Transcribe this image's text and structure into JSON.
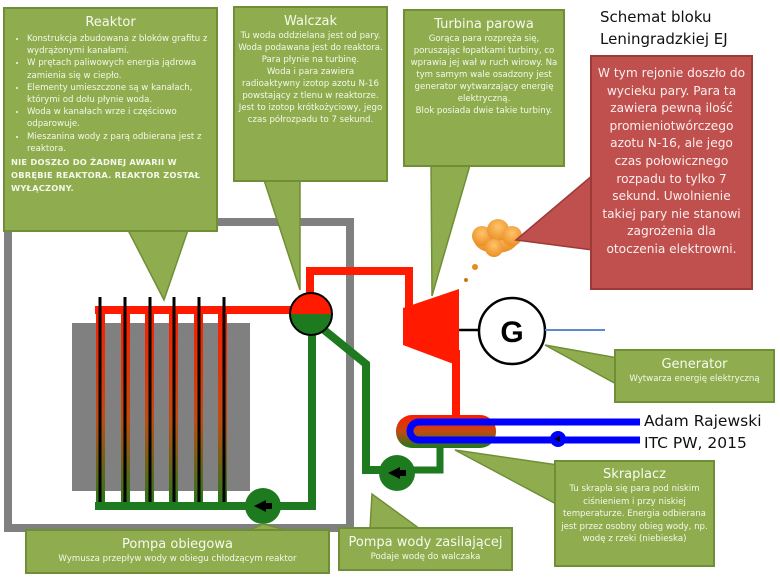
{
  "title": {
    "line1": "Schemat bloku",
    "line2": "Leningradzkiej EJ"
  },
  "author": {
    "name": "Adam Rajewski",
    "org_year": "ITC PW, 2015"
  },
  "generator_symbol": "G",
  "colors": {
    "callout_green": "#8fad4f",
    "warning_red": "#c0504d",
    "steam_red": "#ff1a00",
    "water_green": "#1e7a1e",
    "cooling_blue": "#0000ff",
    "reactor_gray": "#808080",
    "leak_orange": "#f7a13a"
  },
  "callouts": {
    "reaktor": {
      "title": "Reaktor",
      "bullets": [
        "Konstrukcja zbudowana z bloków grafitu z wydrążonymi kanałami.",
        "W prętach paliwowych energia jądrowa zamienia się w ciepło.",
        "Elementy umieszczone są w kanałach, którymi od dołu płynie woda.",
        "Woda w kanałach wrze i częściowo odparowuje.",
        "Mieszanina wody z parą odbierana jest z reaktora."
      ],
      "warning": "NIE DOSZŁO DO ŻADNEJ AWARII W OBRĘBIE REAKTORA. REAKTOR ZOSTAŁ WYŁĄCZONY."
    },
    "walczak": {
      "title": "Walczak",
      "body1": "Tu woda oddzielana jest od pary. Woda podawana jest do reaktora. Para płynie na turbinę.",
      "body2": "Woda i para zawiera radioaktywny izotop azotu N-16 powstający z tlenu w reaktorze. Jest to izotop krótkożyciowy, jego czas półrozpadu to 7 sekund."
    },
    "turbina": {
      "title": "Turbina parowa",
      "body1": "Gorąca para rozpręża się, poruszając łopatkami turbiny, co wprawia jej wał w ruch wirowy. Na tym samym wale osadzony jest generator wytwarzający energię elektryczną.",
      "body2": "Blok posiada dwie takie turbiny."
    },
    "generator": {
      "title": "Generator",
      "body": "Wytwarza energię elektryczną"
    },
    "skraplacz": {
      "title": "Skraplacz",
      "body": "Tu skrapla się para pod niskim ciśnieniem i przy niskiej temperaturze. Energia odbierana jest przez osobny obieg wody, np. wodę z rzeki (niebieska)"
    },
    "pompa_obiegowa": {
      "title": "Pompa obiegowa",
      "body": "Wymusza przepływ wody w obiegu chłodzącym reaktor"
    },
    "pompa_zasilajaca": {
      "title": "Pompa wody zasilającej",
      "body": "Podaje wodę do walczaka"
    },
    "leak_warning": {
      "body": "W tym rejonie doszło do wycieku pary. Para ta zawiera pewną ilość promieniotwórczego azotu N-16, ale jego czas połowicznego rozpadu to tylko 7 sekund. Uwolnienie takiej pary nie stanowi zagrożenia dla otoczenia elektrowni."
    }
  }
}
